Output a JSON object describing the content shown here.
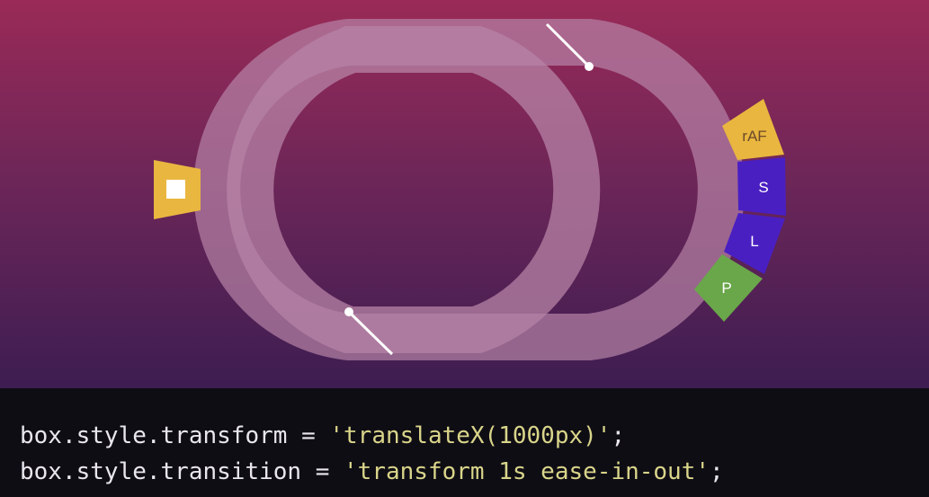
{
  "colors": {
    "track": "#b983a8",
    "raf": "#e9b63f",
    "style": "#4a1fc2",
    "layout": "#4a1fc2",
    "paint": "#6aa64a",
    "task": "#e9b63f"
  },
  "segments": {
    "raf": "rAF",
    "style": "S",
    "layout": "L",
    "paint": "P"
  },
  "icons": {
    "task_marker": "square-icon"
  },
  "code": {
    "line1": {
      "prefix": "box.style.transform = ",
      "string": "'translateX(1000px)'",
      "suffix": ";"
    },
    "line2": {
      "prefix": "box.style.transition = ",
      "string": "'transform 1s ease-in-out'",
      "suffix": ";"
    }
  }
}
